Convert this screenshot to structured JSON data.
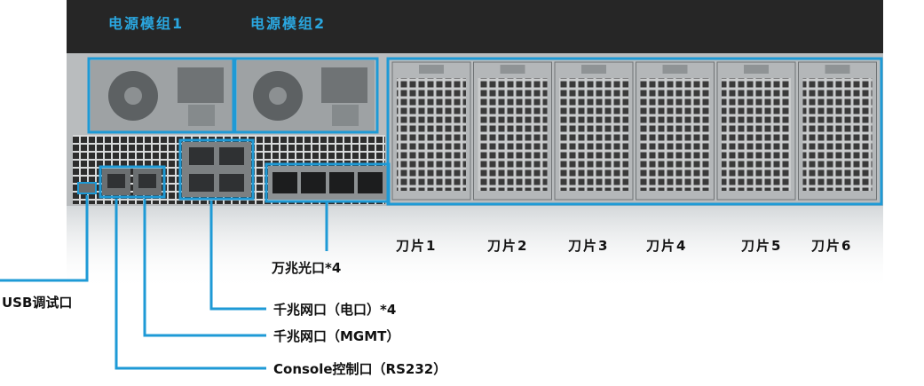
{
  "psu_labels": [
    "电源模组1",
    "电源模组2"
  ],
  "blade_labels": [
    "刀片1",
    "刀片2",
    "刀片3",
    "刀片4",
    "刀片5",
    "刀片6"
  ],
  "callouts": {
    "sfp": "万兆光口*4",
    "usb": "USB调试口",
    "ge_electric": "千兆网口（电口）*4",
    "mgmt": "千兆网口（MGMT）",
    "console": "Console控制口（RS232）"
  },
  "colors": {
    "highlight": "#1e9ad6",
    "label_blue": "#2aa7e0",
    "chassis_dark": "#2b2b2b",
    "text": "#111111"
  }
}
